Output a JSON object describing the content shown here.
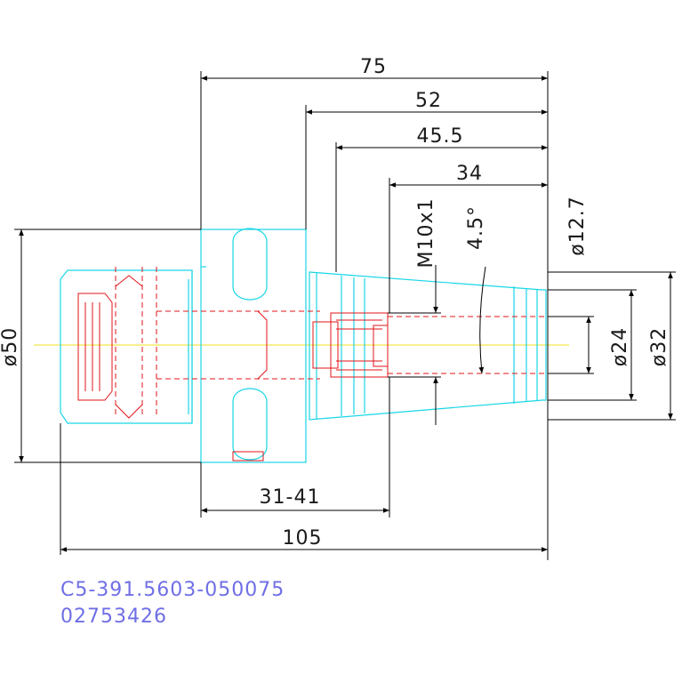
{
  "drawing": {
    "dimensions": {
      "d75": "75",
      "d52": "52",
      "d45_5": "45.5",
      "d34": "34",
      "d31_41": "31-41",
      "d105": "105",
      "dia50": "ø50",
      "dia32": "ø32",
      "dia24": "ø24",
      "dia12_7": "ø12.7",
      "thread": "M10x1",
      "angle": "4.5°"
    },
    "part_number": "C5-391.5603-050075",
    "article_number": "02753426"
  },
  "colors": {
    "outline": "#19d6e6",
    "hidden": "#e0141a",
    "centerline": "#f0e020",
    "dimension": "#000000",
    "code_text": "#6f6fe6"
  }
}
